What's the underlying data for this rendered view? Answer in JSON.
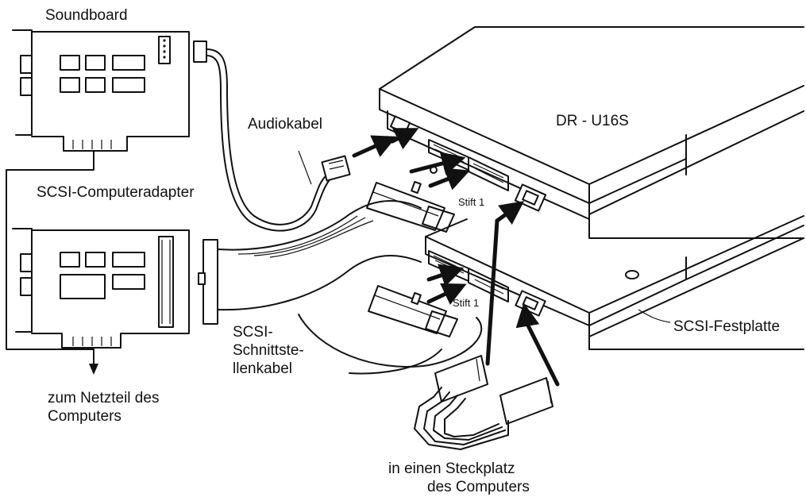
{
  "labels": {
    "soundboard": "Soundboard",
    "audiokabel": "Audiokabel",
    "drive_model": "DR - U16S",
    "scsi_adapter": "SCSI-Computeradapter",
    "stift1_top": "Stift 1",
    "stift1_bottom": "Stift 1",
    "scsi_cable_line1": "SCSI-",
    "scsi_cable_line2": "Schnittste-",
    "scsi_cable_line3": "llenkabel",
    "scsi_festplatte": "SCSI-Festplatte",
    "netzteil_line1": "zum Netzteil des",
    "netzteil_line2": "Computers",
    "steckplatz_line1": "in einen Steckplatz",
    "steckplatz_line2": "des Computers"
  },
  "colors": {
    "ink": "#111111",
    "background": "#ffffff"
  }
}
